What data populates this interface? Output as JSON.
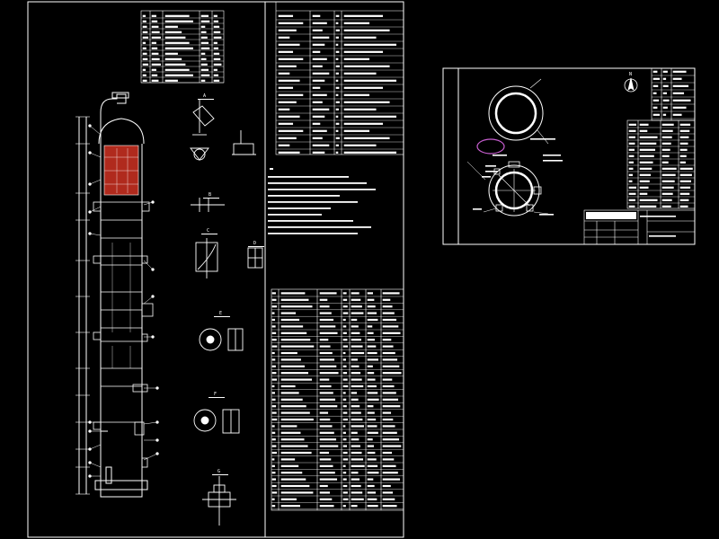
{
  "sheet_left": {
    "main_table_header": [
      "",
      "",
      "",
      "",
      "",
      ""
    ],
    "detail_labels": [
      "A",
      "B",
      "C",
      "D",
      "E",
      "F",
      "G"
    ],
    "notes_title": "",
    "parts_table_header": [
      "",
      "",
      "",
      "",
      ""
    ]
  },
  "sheet_right": {
    "north_mark": "N"
  },
  "colors": {
    "background": "#000000",
    "lines": "#ffffff",
    "packing": "#b02a1d",
    "highlight": "#c85fd0"
  }
}
